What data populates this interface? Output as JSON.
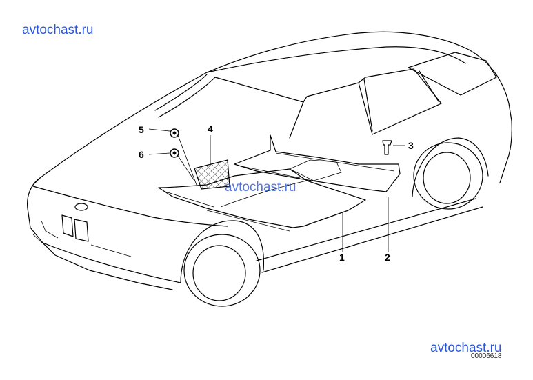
{
  "watermarks": [
    "avtochast.ru",
    "avtochast.ru",
    "avtochast.ru"
  ],
  "diagram_code": "00006618",
  "callouts": [
    {
      "number": "1",
      "part": "floor-covering-front"
    },
    {
      "number": "2",
      "part": "floor-covering-rear"
    },
    {
      "number": "3",
      "part": "clip"
    },
    {
      "number": "4",
      "part": "net"
    },
    {
      "number": "5",
      "part": "fastener-upper"
    },
    {
      "number": "6",
      "part": "fastener-lower"
    }
  ]
}
